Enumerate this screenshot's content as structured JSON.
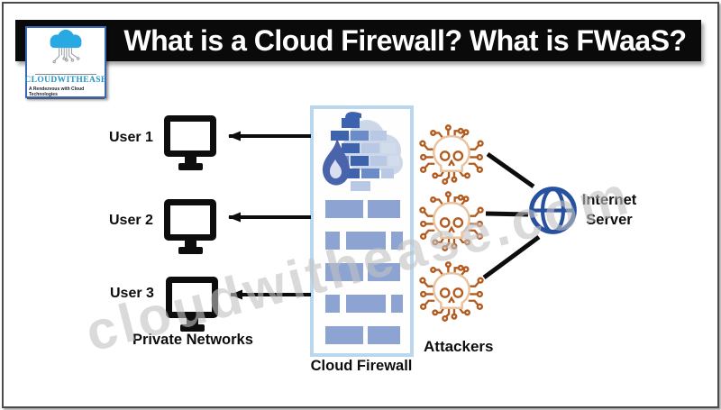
{
  "header": {
    "title": "What is a Cloud Firewall? What is FWaaS?"
  },
  "logo": {
    "name": "CLOUDWITHEASE",
    "tagline": "A Rendezvous with Cloud Technologies",
    "icon": "cloud-circuit-logo-icon"
  },
  "diagram": {
    "users": [
      {
        "label": "User 1"
      },
      {
        "label": "User 2"
      },
      {
        "label": "User 3"
      }
    ],
    "private_networks_label": "Private Networks",
    "firewall": {
      "label": "Cloud Firewall",
      "icon": "cloud-brick-flame-firewall-icon"
    },
    "attackers": {
      "label": "Attackers",
      "count": 3,
      "icon": "skull-circuit-malware-icon"
    },
    "internet": {
      "line1": "Internet",
      "line2": "Server",
      "icon": "globe-icon"
    },
    "watermark": "cloudwithease.com"
  },
  "colors": {
    "header_bg": "#0a0a0a",
    "header_text": "#ffffff",
    "logo_border_blue": "#3a67b5",
    "logo_cloud_blue": "#29a9e1",
    "logo_text_blue": "#2196c9",
    "firewall_border": "#b9d7ee",
    "brick_medium": "#8da4d2",
    "brick_dark": "#3e63ae",
    "brick_light": "#b9c8e4",
    "brick_lighter": "#d3dcec",
    "flame_blue": "#4a64ab",
    "cloud_gray_blue": "#ccd7e8",
    "attacker_circuit_orange": "#b35a1e",
    "attacker_skull_tan": "#e9c3a0",
    "globe_blue": "#27509e",
    "watermark_gray": "#c2c2c2",
    "connector_black": "#0d0d0d"
  }
}
